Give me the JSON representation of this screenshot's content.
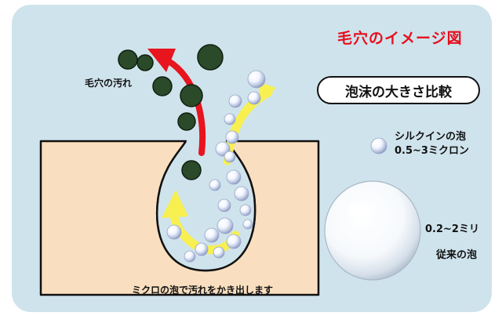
{
  "title": "毛穴のイメージ図",
  "compare_label": "泡沫の大きさ比較",
  "dirt_label": "毛穴の汚れ",
  "caption": "ミクロの泡で汚れをかき出します",
  "silk_foam": {
    "name": "シルクインの泡",
    "size": "0.5~3ミクロン"
  },
  "conventional_foam": {
    "size": "0.2~2ミリ",
    "name": "従来の泡"
  },
  "colors": {
    "background": "#cfe3ec",
    "skin": "#f9dfbf",
    "dirt": "#2a4a2a",
    "arrow_red": "#e8141e",
    "arrow_yellow": "#f8f050",
    "title_red": "#e60f1e"
  }
}
